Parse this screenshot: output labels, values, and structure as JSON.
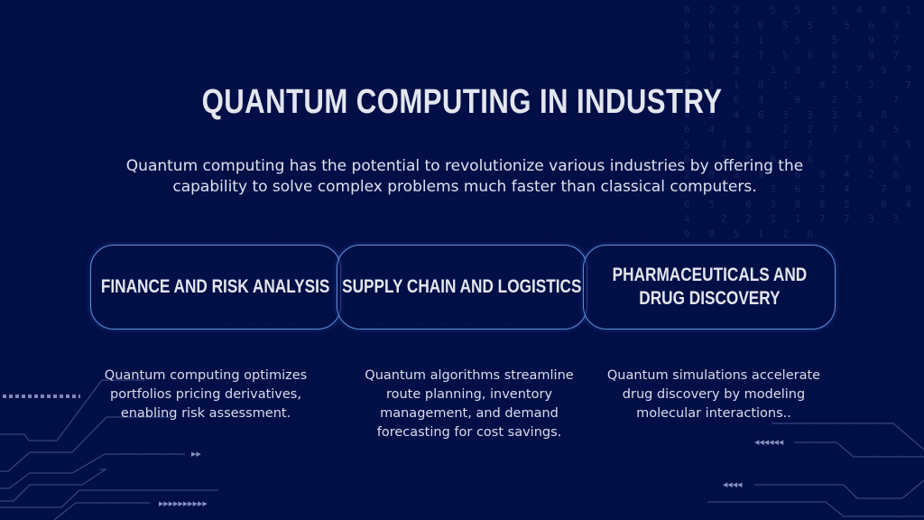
{
  "slide": {
    "title": "QUANTUM COMPUTING IN INDUSTRY",
    "subtitle": "Quantum computing has the potential to revolutionize various industries by offering the capability to solve complex problems much faster than classical computers.",
    "background_color": "#020f47",
    "accent_color": "#5e8fd6",
    "text_color": "#e3e6ee"
  },
  "cards": [
    {
      "label": "FINANCE AND RISK  ANALYSIS",
      "description": "Quantum computing optimizes portfolios pricing derivatives, enabling risk assessment."
    },
    {
      "label": "SUPPLY CHAIN AND LOGISTICS",
      "description": "Quantum algorithms streamline route planning, inventory management, and demand forecasting for cost savings."
    },
    {
      "label_line1": "PHARMACEUTICALS AND",
      "label_line2": "DRUG DISCOVERY",
      "description": "Quantum simulations accelerate drug discovery by modeling molecular interactions.."
    }
  ],
  "decor": {
    "digits": "8 2 2  5 5  5 4 8 1 6 6 4 8 5 5  5 6 3  5 1 3 1  5  5  9 7 8 9 4 7 5 6 6  9 7  3   3  1 9  2 7 9 7  7 1 1 8 1  8 1 2  7 7 4 6 3  9  2 3  7  4 5 4 6 3 3 3 4 8  6 4  8  2 2 7  4 5 5  7 8  2 7   3 7 5  6  7 8 6  6  7 6 9  2 8 3 3  6 9 4 2 6 4 7  5 3 6 3 4  7 8 6 5  6 3 8 8 5  6 4 4  2 2 1 1 7 7 3 3 9 9 5 1 2 6"
  }
}
